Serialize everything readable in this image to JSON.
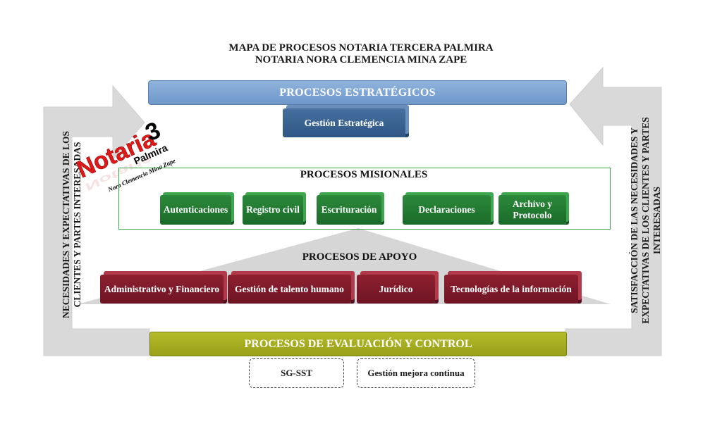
{
  "title": {
    "line1": "MAPA DE PROCESOS NOTARIA TERCERA PALMIRA",
    "line2": "NOTARIA NORA CLEMENCIA MINA ZAPE"
  },
  "left_side_text": "NECESIDADES Y EXPECTATIVAS DE LOS CLIENTES Y PARTES INTERESADAS",
  "right_side_text": "SATISFACCIÓN DE LAS NECESIDADES Y EXPECTATIVAS DE LOS CLIENTES Y PARTES INTERESADAS",
  "logo": {
    "name": "Notaria",
    "number": "3",
    "city": "Palmira",
    "owner": "Nora Clemencia Mina Zape"
  },
  "estrategicos": {
    "label": "PROCESOS ESTRATÉGICOS",
    "items": [
      "Gestión Estratégica"
    ]
  },
  "misionales": {
    "label": "PROCESOS MISIONALES",
    "items": [
      "Autenticaciones",
      "Registro civil",
      "Escrituración",
      "Declaraciones",
      "Archivo y Protocolo"
    ]
  },
  "apoyo": {
    "label": "PROCESOS DE APOYO",
    "items": [
      "Administrativo y Financiero",
      "Gestión de talento humano",
      "Jurídico",
      "Tecnologías de la información"
    ]
  },
  "evaluacion": {
    "label": "PROCESOS DE EVALUACIÓN Y CONTROL",
    "items": [
      "SG-SST",
      "Gestión mejora continua"
    ]
  },
  "colors": {
    "estrategicos": "#7ba3d3",
    "estrategicos_box": "#3d6794",
    "misionales": "#23803a",
    "apoyo": "#7e1a2b",
    "evaluacion": "#a8ae22",
    "arrows": "#d9d9d9"
  }
}
